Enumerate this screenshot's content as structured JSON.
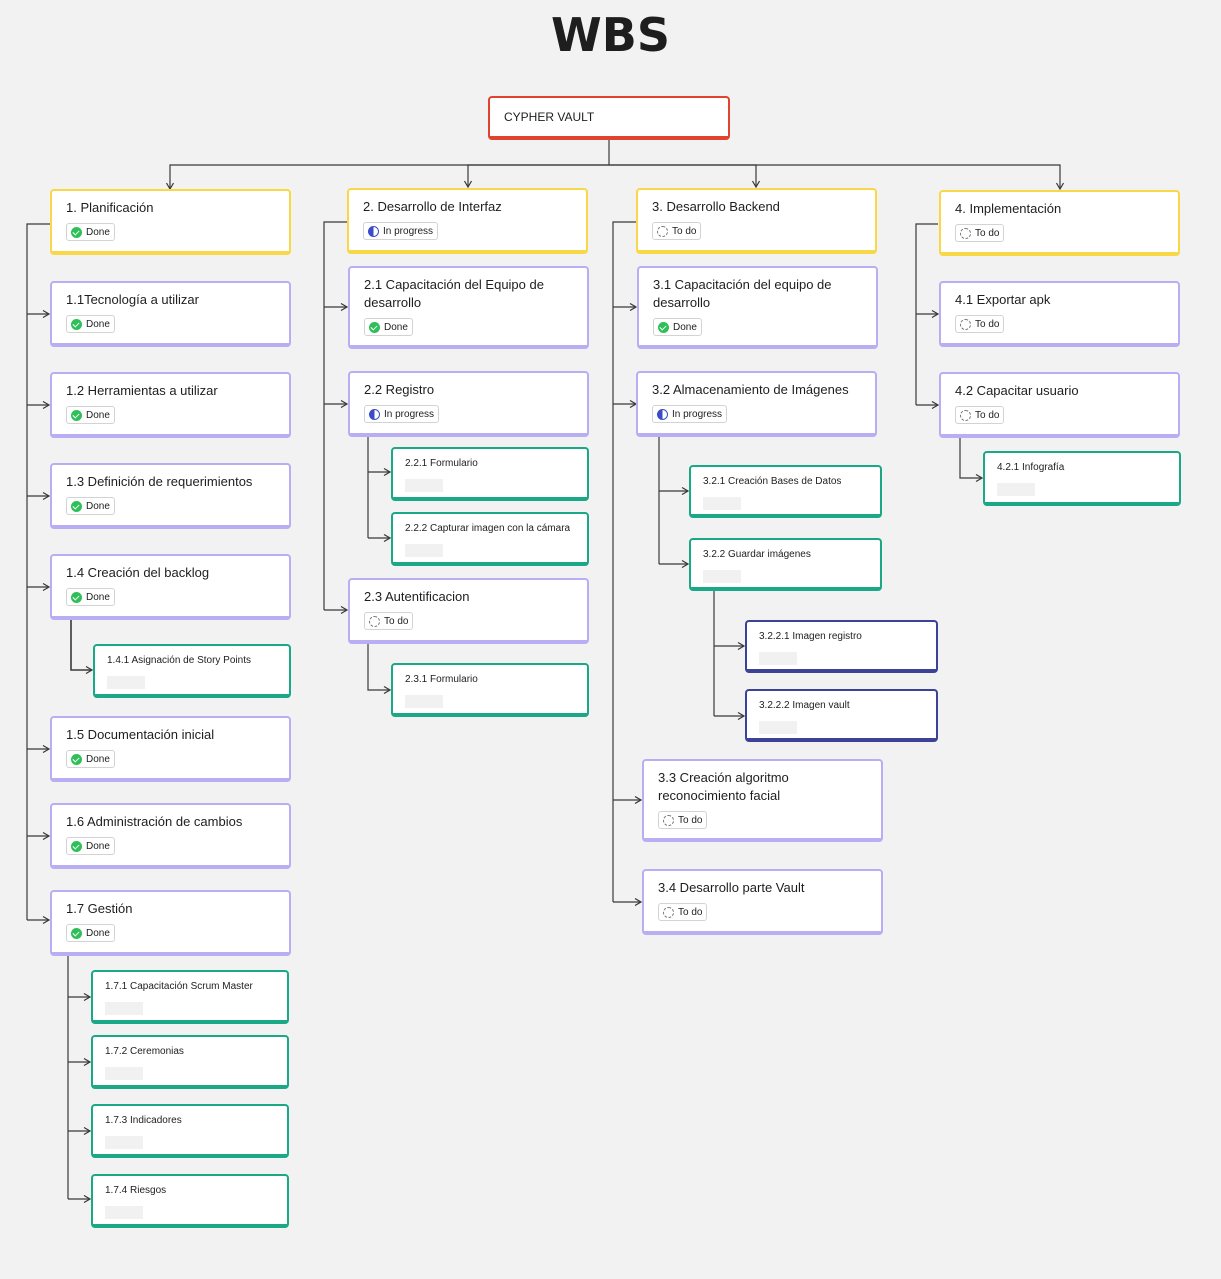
{
  "title": "WBS",
  "root": "CYPHER VAULT",
  "status_labels": {
    "done": "Done",
    "prog": "In progress",
    "todo": "To do"
  },
  "colors": {
    "root_border": "#e0442e",
    "level1_border": "#f8d847",
    "level2_border": "#b8aef4",
    "level3_border": "#1aa886",
    "level4_border": "#3c4397",
    "done": "#2fbf58",
    "in_progress": "#3c4cc9",
    "connector": "#3a3a3a"
  },
  "nodes": [
    {
      "id": "n1",
      "label": "1. Planificación",
      "level": "l1",
      "status": "done"
    },
    {
      "id": "n11",
      "label": "1.1Tecnología a utilizar",
      "level": "l2",
      "status": "done"
    },
    {
      "id": "n12",
      "label": "1.2 Herramientas a utilizar",
      "level": "l2",
      "status": "done"
    },
    {
      "id": "n13",
      "label": "1.3 Definición de requerimientos",
      "level": "l2",
      "status": "done"
    },
    {
      "id": "n14",
      "label": "1.4 Creación del backlog",
      "level": "l2",
      "status": "done"
    },
    {
      "id": "n141",
      "label": "1.4.1 Asignación de Story Points",
      "level": "l3",
      "status": "none"
    },
    {
      "id": "n15",
      "label": "1.5 Documentación inicial",
      "level": "l2",
      "status": "done"
    },
    {
      "id": "n16",
      "label": "1.6 Administración de cambios",
      "level": "l2",
      "status": "done"
    },
    {
      "id": "n17",
      "label": "1.7 Gestión",
      "level": "l2",
      "status": "done"
    },
    {
      "id": "n171",
      "label": "1.7.1 Capacitación Scrum Master",
      "level": "l3",
      "status": "none"
    },
    {
      "id": "n172",
      "label": "1.7.2 Ceremonias",
      "level": "l3",
      "status": "none"
    },
    {
      "id": "n173",
      "label": "1.7.3 Indicadores",
      "level": "l3",
      "status": "none"
    },
    {
      "id": "n174",
      "label": "1.7.4 Riesgos",
      "level": "l3",
      "status": "none"
    },
    {
      "id": "n2",
      "label": "2. Desarrollo de Interfaz",
      "level": "l1",
      "status": "prog"
    },
    {
      "id": "n21",
      "label": "2.1 Capacitación del Equipo de desarrollo",
      "level": "l2",
      "status": "done"
    },
    {
      "id": "n22",
      "label": "2.2 Registro",
      "level": "l2",
      "status": "prog"
    },
    {
      "id": "n221",
      "label": "2.2.1 Formulario",
      "level": "l3",
      "status": "none"
    },
    {
      "id": "n222",
      "label": "2.2.2 Capturar imagen con la cámara",
      "level": "l3",
      "status": "none"
    },
    {
      "id": "n23",
      "label": "2.3 Autentificacion",
      "level": "l2",
      "status": "todo"
    },
    {
      "id": "n231",
      "label": "2.3.1 Formulario",
      "level": "l3",
      "status": "none"
    },
    {
      "id": "n3",
      "label": "3. Desarrollo Backend",
      "level": "l1",
      "status": "todo"
    },
    {
      "id": "n31",
      "label": "3.1 Capacitación del equipo de desarrollo",
      "level": "l2",
      "status": "done"
    },
    {
      "id": "n32",
      "label": "3.2 Almacenamiento de Imágenes",
      "level": "l2",
      "status": "prog"
    },
    {
      "id": "n321",
      "label": "3.2.1 Creación Bases de Datos",
      "level": "l3",
      "status": "none"
    },
    {
      "id": "n322",
      "label": "3.2.2 Guardar imágenes",
      "level": "l3",
      "status": "none"
    },
    {
      "id": "n3221",
      "label": "3.2.2.1 Imagen registro",
      "level": "l4",
      "status": "none"
    },
    {
      "id": "n3222",
      "label": "3.2.2.2 Imagen vault",
      "level": "l4",
      "status": "none"
    },
    {
      "id": "n33",
      "label": "3.3 Creación algoritmo reconocimiento facial",
      "level": "l2",
      "status": "todo"
    },
    {
      "id": "n34",
      "label": "3.4 Desarrollo parte Vault",
      "level": "l2",
      "status": "todo"
    },
    {
      "id": "n4",
      "label": "4. Implementación",
      "level": "l1",
      "status": "todo"
    },
    {
      "id": "n41",
      "label": "4.1 Exportar apk",
      "level": "l2",
      "status": "todo"
    },
    {
      "id": "n42",
      "label": "4.2 Capacitar usuario",
      "level": "l2",
      "status": "todo"
    },
    {
      "id": "n421",
      "label": "4.2.1 Infografía",
      "level": "l3",
      "status": "none"
    }
  ]
}
